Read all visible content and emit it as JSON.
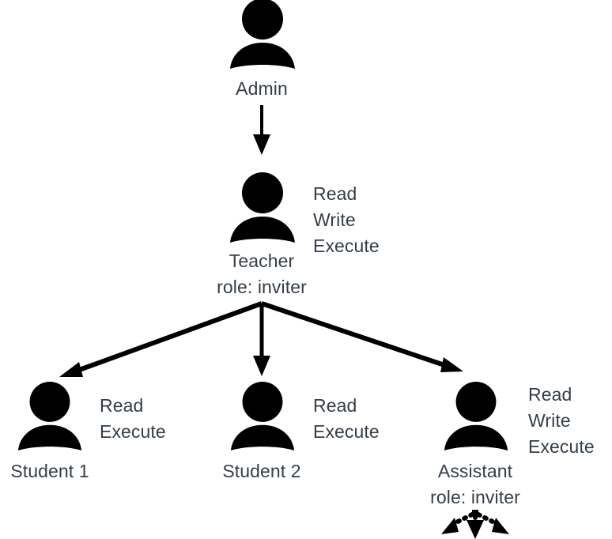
{
  "diagram": {
    "type": "hierarchy-permission-delegation",
    "background_color": "#ffffff",
    "icon_color": "#000000",
    "text_color": "#333e48",
    "arrow_color": "#000000",
    "nodes": [
      {
        "id": "admin",
        "icon": "person-icon",
        "label": "Admin",
        "sublabel": "",
        "permissions": []
      },
      {
        "id": "teacher",
        "icon": "person-icon",
        "label": "Teacher",
        "sublabel": "role: inviter",
        "permissions": [
          "Read",
          "Write",
          "Execute"
        ]
      },
      {
        "id": "student-1",
        "icon": "person-icon",
        "label": "Student 1",
        "sublabel": "",
        "permissions": [
          "Read",
          "Execute"
        ]
      },
      {
        "id": "student-2",
        "icon": "person-icon",
        "label": "Student 2",
        "sublabel": "",
        "permissions": [
          "Read",
          "Execute"
        ]
      },
      {
        "id": "assistant",
        "icon": "person-icon",
        "label": "Assistant",
        "sublabel": "role: inviter",
        "permissions": [
          "Read",
          "Write",
          "Execute"
        ]
      }
    ],
    "edges": [
      {
        "from": "admin",
        "to": "teacher",
        "style": "solid",
        "arrow": "single"
      },
      {
        "from": "teacher",
        "to": "student-1",
        "style": "solid",
        "arrow": "single"
      },
      {
        "from": "teacher",
        "to": "student-2",
        "style": "solid",
        "arrow": "single"
      },
      {
        "from": "teacher",
        "to": "assistant",
        "style": "solid",
        "arrow": "single"
      }
    ],
    "further_delegation": {
      "from": "assistant",
      "style": "dotted",
      "arrow": "single",
      "branches": 3
    }
  }
}
